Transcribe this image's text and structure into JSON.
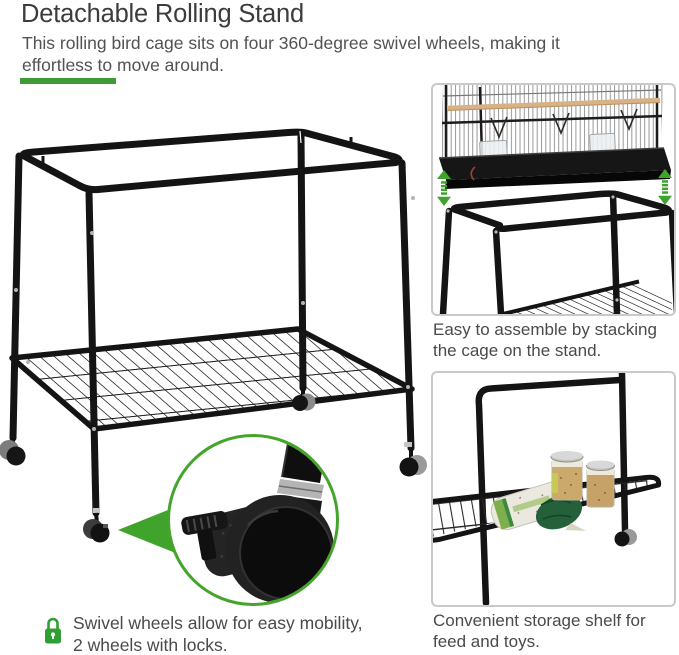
{
  "page": {
    "background": "#ffffff"
  },
  "header": {
    "title": "Detachable Rolling Stand",
    "subtitle_lines": [
      "This rolling bird cage sits on four 360-degree swivel wheels, making it",
      "effortless to move around."
    ]
  },
  "colors": {
    "accent_green": "#3fa32c",
    "underline_green": "#3f9b35",
    "lock_green": "#2f9e33",
    "ring_green": "#45a52b",
    "panel_border_gray": "#c9c9c9",
    "title_text": "#3c3c3c",
    "body_text": "#4a4a4a",
    "frame_black": "#141414"
  },
  "features": {
    "assembly": {
      "caption_lines": [
        "Easy to assemble by stacking",
        "the cage on the stand."
      ]
    },
    "storage": {
      "caption_lines": [
        "Convenient storage shelf for",
        "feed and toys."
      ]
    },
    "wheels": {
      "caption_lines": [
        "Swivel wheels allow for easy mobility,",
        "2 wheels with locks."
      ]
    }
  }
}
